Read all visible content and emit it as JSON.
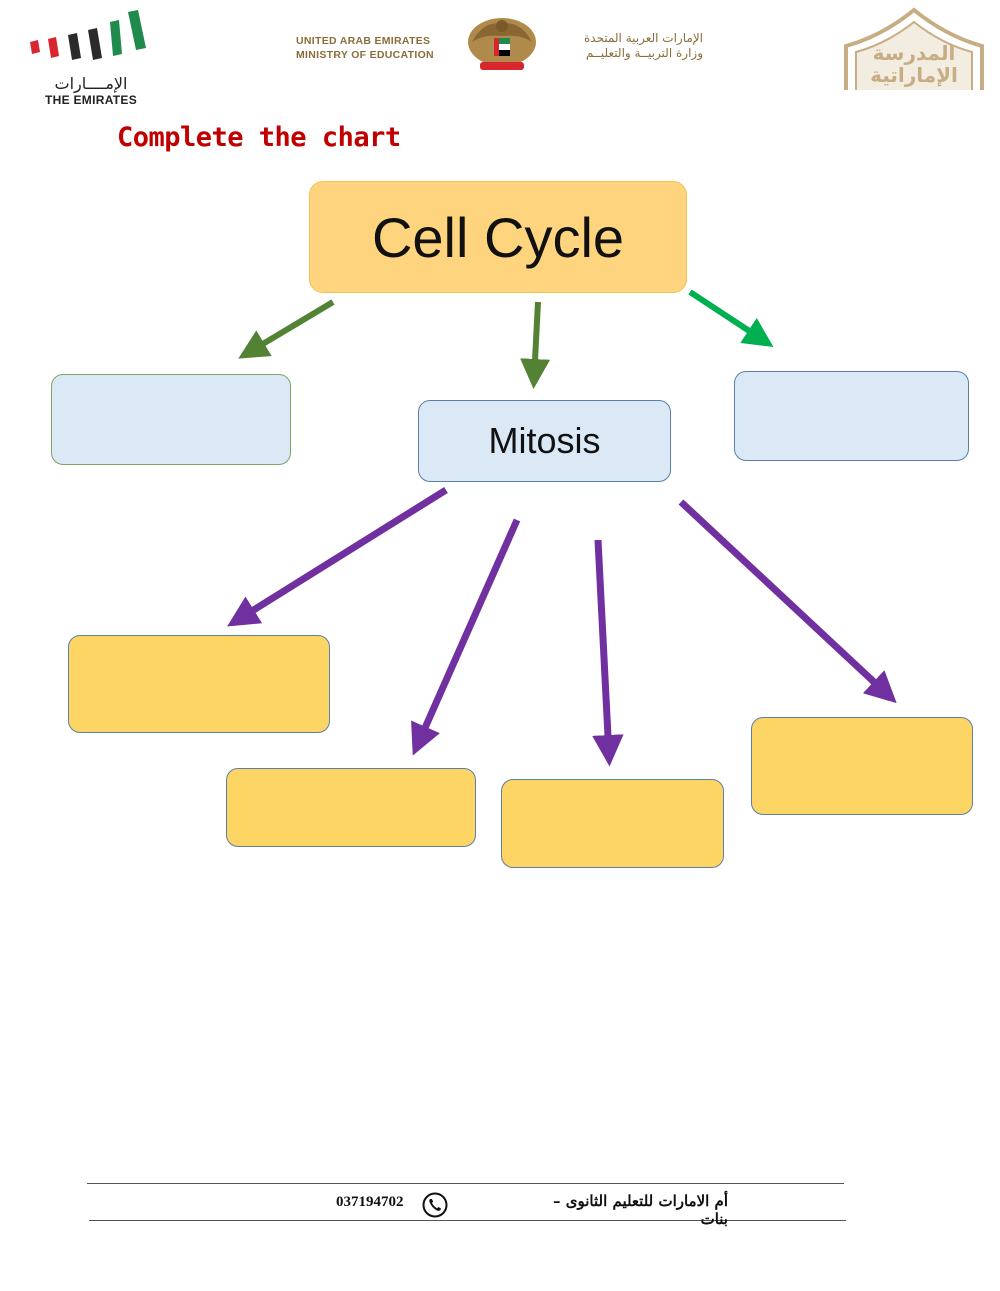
{
  "header": {
    "emirates_logo_ar": "الإمــــارات",
    "emirates_logo_en": "THE EMIRATES",
    "ministry_en": [
      "UNITED ARAB EMIRATES",
      "MINISTRY OF EDUCATION"
    ],
    "ministry_ar": [
      "الإمارات العربية المتحدة",
      "وزارة التربيــة والتعليــم"
    ],
    "school_logo_text": [
      "المدرسة",
      "الإماراتية"
    ]
  },
  "instruction": "Complete the chart",
  "diagram": {
    "root": "Cell Cycle",
    "child_center": "Mitosis",
    "child_left": "",
    "child_right": "",
    "mitosis_phases": [
      "",
      "",
      "",
      ""
    ],
    "colors": {
      "root_fill": "#fed57e",
      "blue_fill": "#dbe8f5",
      "phase_fill": "#fdd565",
      "arrow_green_dark": "#548235",
      "arrow_green_bright": "#00b050",
      "arrow_purple": "#7030a0"
    }
  },
  "footer": {
    "phone": "037194702",
    "school_name": "أم الامارات للتعليم الثانوى – بنات"
  }
}
